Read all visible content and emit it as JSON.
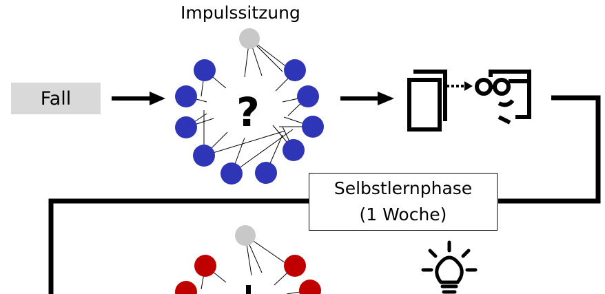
{
  "title": "Impulssitzung",
  "case_label": "Fall",
  "question_mark": "?",
  "phase": {
    "line1": "Selbstlernphase",
    "line2": "(1 Woche)"
  },
  "colors": {
    "group_top": "#2f35b7",
    "group_bottom": "#c00000",
    "moderator": "#c8c8c8",
    "case_box": "#d9d9d9"
  },
  "icons": [
    "document-icon",
    "reading-person-icon",
    "lightbulb-icon"
  ]
}
